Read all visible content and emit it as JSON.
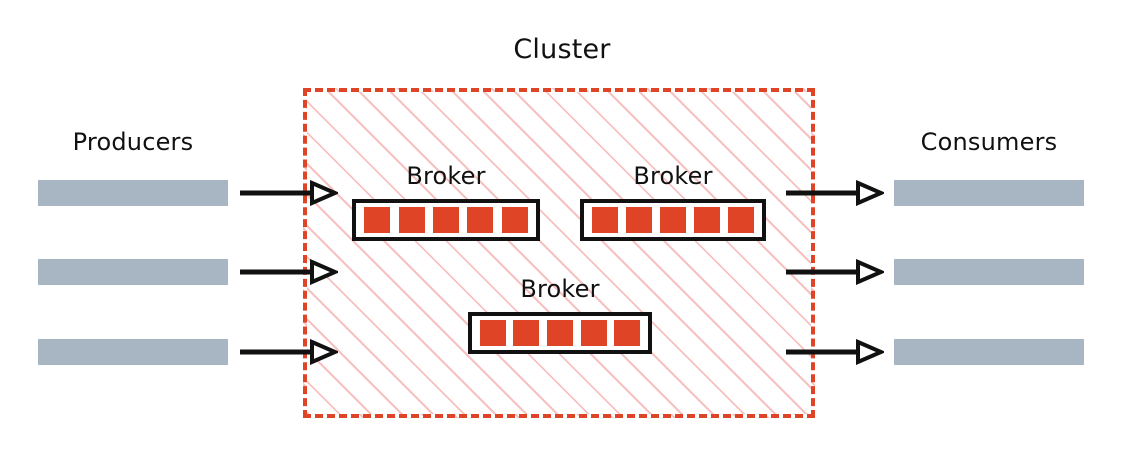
{
  "diagram": {
    "title": "Cluster",
    "type": "kafka-cluster-architecture",
    "colors": {
      "cluster_border": "#e04426",
      "cluster_hatch": "#f6b6b6",
      "partition": "#e04426",
      "broker_border": "#111111",
      "client_bar": "#a8b5c2",
      "arrow": "#111111",
      "background": "#ffffff",
      "text": "#111111"
    },
    "left_group": {
      "label": "Producers",
      "bars": [
        {
          "name": "producer-1"
        },
        {
          "name": "producer-2"
        },
        {
          "name": "producer-3"
        }
      ],
      "arrows": [
        {
          "name": "producer-arrow-1",
          "direction": "right"
        },
        {
          "name": "producer-arrow-2",
          "direction": "right"
        },
        {
          "name": "producer-arrow-3",
          "direction": "right"
        }
      ]
    },
    "right_group": {
      "label": "Consumers",
      "bars": [
        {
          "name": "consumer-1"
        },
        {
          "name": "consumer-2"
        },
        {
          "name": "consumer-3"
        }
      ],
      "arrows": [
        {
          "name": "consumer-arrow-1",
          "direction": "right"
        },
        {
          "name": "consumer-arrow-2",
          "direction": "right"
        },
        {
          "name": "consumer-arrow-3",
          "direction": "right"
        }
      ]
    },
    "cluster": {
      "label": "Cluster",
      "border_style": "dashed",
      "fill_style": "diagonal-hatch",
      "brokers": [
        {
          "label": "Broker",
          "partition_count": 5
        },
        {
          "label": "Broker",
          "partition_count": 5
        },
        {
          "label": "Broker",
          "partition_count": 5
        }
      ]
    }
  }
}
